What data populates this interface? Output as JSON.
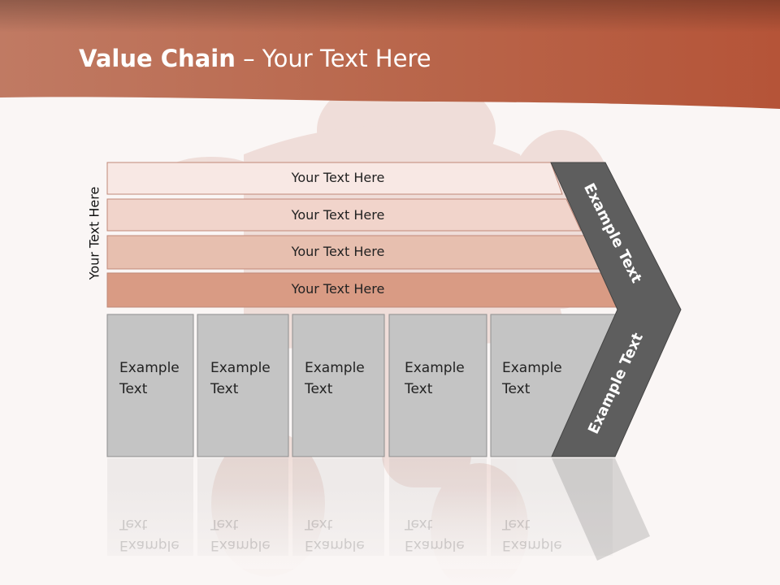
{
  "title": {
    "bold": "Value Chain",
    "rest": " – Your Text Here"
  },
  "side_label": "Your Text Here",
  "bars": [
    "Your Text Here",
    "Your Text Here",
    "Your Text Here",
    "Your Text Here"
  ],
  "columns": [
    {
      "line1": "Example",
      "line2": "Text"
    },
    {
      "line1": "Example",
      "line2": "Text"
    },
    {
      "line1": "Example",
      "line2": "Text"
    },
    {
      "line1": "Example",
      "line2": "Text"
    },
    {
      "line1": "Example",
      "line2": "Text"
    }
  ],
  "chevron_upper": "Example Text",
  "chevron_lower": "Example Text",
  "colors": {
    "header": "#b85f45",
    "bar1": "#f8e8e4",
    "bar2": "#f1d4cb",
    "bar3": "#e7bfaf",
    "bar4": "#d99b84",
    "column": "#c4c4c4",
    "chevron": "#5e5e5e"
  }
}
